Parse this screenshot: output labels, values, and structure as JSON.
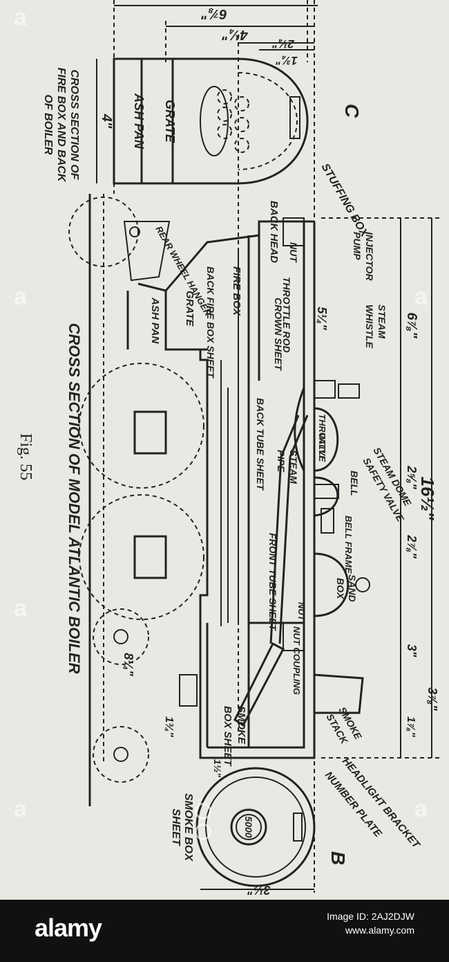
{
  "drawing": {
    "labels": {
      "title": "CROSS SECTION OF MODEL ATLANTIC BOILER",
      "fig": "Fig. 55",
      "section_c_title": "CROSS SECTION OF FIRE BOX AND BACK OF BOILER",
      "c": "C",
      "b": "B",
      "ash_pan": "ASH PAN",
      "grate": "GRATE",
      "stuffing_box": "STUFFING BOX",
      "back_head": "BACK HEAD",
      "rear_wheel_hanger": "REAR WHEEL HANGER",
      "fire_box": "FIRE BOX",
      "back_fire_box_sheet": "BACK FIRE BOX SHEET",
      "grate2": "GRATE",
      "ash_pan2": "ASH PAN",
      "nut": "NUT",
      "throttle_rod": "THROTTLE ROD",
      "crown_sheet": "CROWN SHEET",
      "back_tube_sheet": "BACK TUBE SHEET",
      "injector_pump": "INJECTOR PUMP",
      "steam_whistle": "STEAM WHISTLE",
      "throttle_valve": "THROTTLE VALVE",
      "steam_dome": "STEAM DOME",
      "safety_valve": "SAFETY VALVE",
      "bell": "BELL",
      "bell_frame": "BELL FRAME",
      "steam_pipe": "STEAM PIPE",
      "front_tube_sheet": "FRONT TUBE SHEET",
      "sand_box": "SAND BOX",
      "nut2": "NUT",
      "nut_coupling": "NUT COUPLING",
      "smoke_stack": "SMOKE STACK",
      "smoke_box_sheet": "SMOKE BOX SHEET",
      "headlight_bracket": "HEADLIGHT BRACKET",
      "number_plate": "NUMBER PLATE",
      "smoke_box_sheet2": "SMOKE BOX SHEET",
      "number": "5000"
    },
    "dims": {
      "d_6_7_8": "6⅞\"",
      "d_4_1_4": "4¼\"",
      "d_2_1_4": "2¼\"",
      "d_1_3_4": "1¾\"",
      "d_4": "4\"",
      "d_16_1_2": "16½\"",
      "d_6_7_8b": "6⅞\"",
      "d_5_1_4": "5¼\"",
      "d_2_5_8": "2⅝\"",
      "d_2_7_8": "2⅞\"",
      "d_3": "3\"",
      "d_3_7_8": "3⅞\"",
      "d_1_7_8": "1⅞\"",
      "d_8_1_4": "8¼\"",
      "d_1_3_4b": "1¾\"",
      "d_1_1_2": "1½\"",
      "d_3_1_2": "3½\""
    }
  },
  "footer": {
    "logo": "alamy",
    "image_id_label": "Image ID: 2AJ2DJW",
    "site": "www.alamy.com",
    "watermark": "a"
  }
}
